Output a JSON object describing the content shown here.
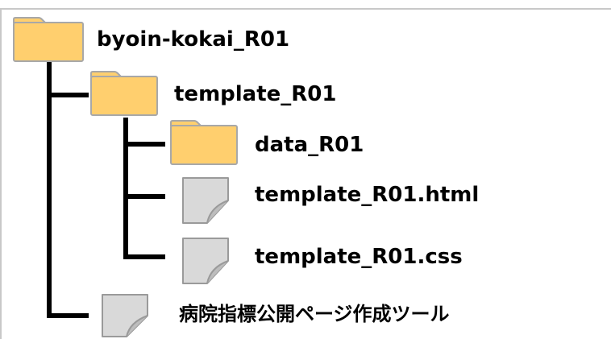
{
  "tree": {
    "root": {
      "label": "byoin-kokai_R01",
      "type": "folder"
    },
    "template_folder": {
      "label": "template_R01",
      "type": "folder"
    },
    "data_folder": {
      "label": "data_R01",
      "type": "folder"
    },
    "html_file": {
      "label": "template_R01.html",
      "type": "file"
    },
    "css_file": {
      "label": "template_R01.css",
      "type": "file"
    },
    "tool_file": {
      "label": "病院指標公開ページ作成ツール",
      "type": "file"
    }
  },
  "colors": {
    "folder_fill": "#ffcf6e",
    "folder_stroke": "#a8a8a8",
    "file_fill": "#d9d9d9",
    "file_stroke": "#9a9a9a",
    "connector": "#000000",
    "border": "#c8c8c8"
  },
  "icons": {
    "folder": "folder-icon",
    "file": "file-icon"
  }
}
